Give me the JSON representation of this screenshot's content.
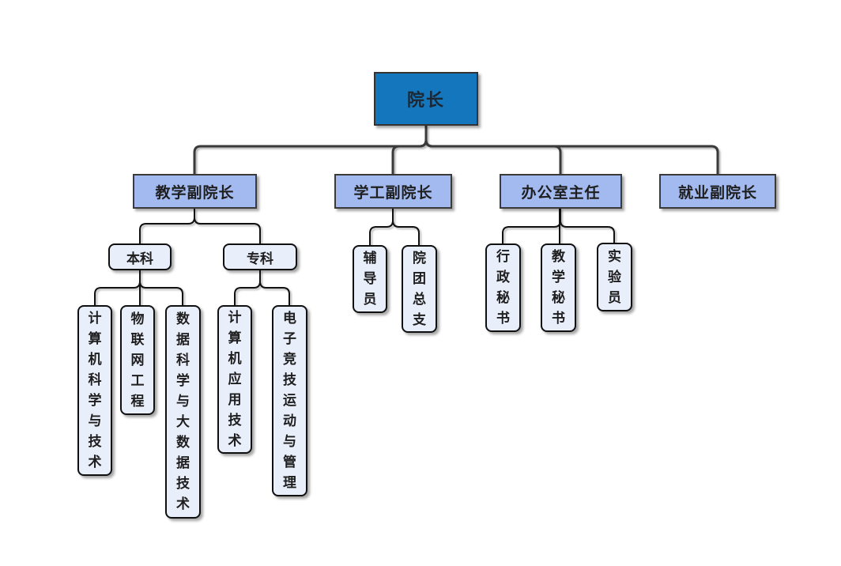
{
  "diagram": {
    "type": "organization-chart",
    "nodes": {
      "dean": {
        "label": "院长"
      },
      "vp_teaching": {
        "label": "教学副院长"
      },
      "vp_student": {
        "label": "学工副院长"
      },
      "office_director": {
        "label": "办公室主任"
      },
      "vp_employment": {
        "label": "就业副院长"
      },
      "undergraduate": {
        "label": "本科"
      },
      "associate": {
        "label": "专科"
      },
      "cs_and_tech": {
        "label": "计算机科学与技术"
      },
      "iot_engineering": {
        "label": "物联网工程"
      },
      "data_science": {
        "label": "数据科学与大数据技术"
      },
      "computer_app_tech": {
        "label": "计算机应用技术"
      },
      "esports_mgmt": {
        "label": "电子竞技运动与管理"
      },
      "counselor": {
        "label": "辅导员"
      },
      "youth_league": {
        "label": "院团总支"
      },
      "admin_secretary": {
        "label": "行政秘书"
      },
      "teaching_secretary": {
        "label": "教学秘书"
      },
      "lab_technician": {
        "label": "实验员"
      }
    },
    "hierarchy": {
      "院长": {
        "教学副院长": {
          "本科": [
            "计算机科学与技术",
            "物联网工程",
            "数据科学与大数据技术"
          ],
          "专科": [
            "计算机应用技术",
            "电子竞技运动与管理"
          ]
        },
        "学工副院长": [
          "辅导员",
          "院团总支"
        ],
        "办公室主任": [
          "行政秘书",
          "教学秘书",
          "实验员"
        ],
        "就业副院长": []
      }
    },
    "colors": {
      "root_fill": "#1477bd",
      "level2_fill": "#a2baef",
      "leaf_fill": "#e9eefb",
      "top_line": "#3a3a3a",
      "lower_line": "#111111",
      "background": "#ffffff"
    }
  }
}
